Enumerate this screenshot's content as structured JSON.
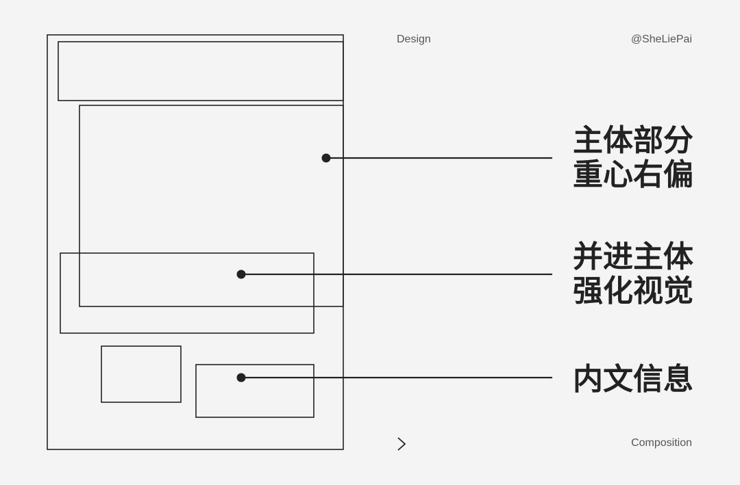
{
  "header": {
    "left_label": "Design",
    "right_label": "@SheLiePai"
  },
  "callouts": [
    {
      "line1": "主体部分",
      "line2": "重心右偏"
    },
    {
      "line1": "并进主体",
      "line2": "强化视觉"
    },
    {
      "line1": "内文信息"
    }
  ],
  "footer": {
    "arrow_icon": "chevron-right-icon",
    "label": "Composition"
  },
  "colors": {
    "background": "#f4f4f4",
    "stroke": "#222222",
    "muted_text": "#555555"
  }
}
